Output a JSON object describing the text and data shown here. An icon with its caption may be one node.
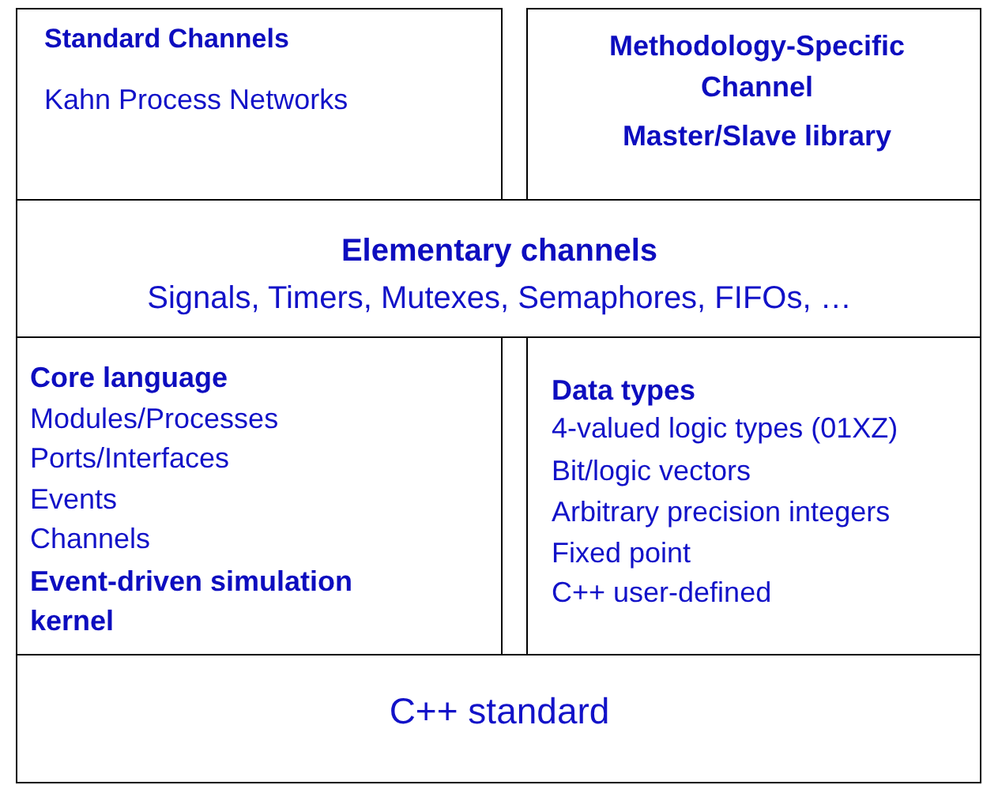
{
  "diagram": {
    "nodes": [
      {
        "text": [
          "Standard Channels",
          "Kahn Process Networks"
        ]
      },
      {
        "text": [
          "Methodology-Specific Channel",
          "Master/Slave library"
        ]
      },
      {
        "text": [
          "Elementary channels",
          "Signals, Timers, Mutexes, Semaphores, FIFOs, …"
        ]
      },
      {
        "text": [
          "Core language",
          "Modules/Processes",
          "Ports/Interfaces",
          "Events",
          "Channels",
          "Event-driven simulation kernel"
        ]
      },
      {
        "text": [
          "Data types",
          "4-valued logic types (01XZ)",
          "Bit/logic vectors",
          "Arbitrary precision integers",
          "Fixed point",
          "C++ user-defined"
        ]
      },
      {
        "text": [
          "C++ standard"
        ]
      }
    ]
  }
}
